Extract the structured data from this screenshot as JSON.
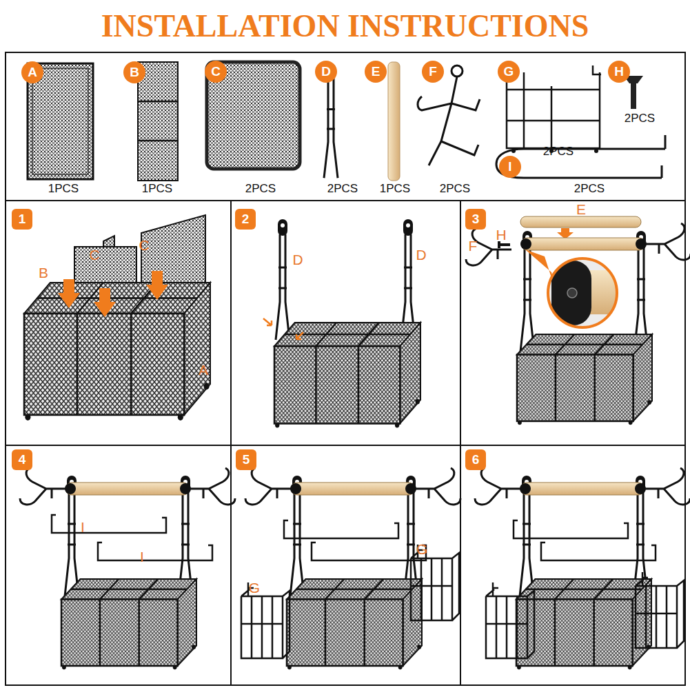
{
  "diagram": {
    "title": "INSTALLATION INSTRUCTIONS",
    "nodes": [
      {
        "text": [
          "1PCS",
          "1PCS",
          "2PCS",
          "2PCS",
          "1PCS",
          "2PCS",
          "2PCS",
          "2PCS",
          "2PCS"
        ]
      },
      {
        "text": [
          "A"
        ],
        "in": 0
      },
      {
        "text": [
          "B"
        ],
        "in": 0
      },
      {
        "text": [
          "C"
        ],
        "in": 0
      },
      {
        "text": [
          "D"
        ],
        "in": 0
      },
      {
        "text": [
          "E"
        ],
        "in": 0
      },
      {
        "text": [
          "F"
        ],
        "in": 0
      },
      {
        "text": [
          "G"
        ],
        "in": 0
      },
      {
        "text": [
          "H"
        ],
        "in": 0
      },
      {
        "text": [
          "I"
        ],
        "in": 0
      },
      {
        "text": [
          "B",
          "C",
          "C",
          "A"
        ]
      },
      {
        "text": [
          "1"
        ],
        "in": 10
      },
      {
        "text": [
          "D",
          "D"
        ]
      },
      {
        "text": [
          "2"
        ],
        "in": 12
      },
      {
        "text": [
          "E",
          "F",
          "H"
        ]
      },
      {
        "text": [
          "3"
        ],
        "in": 14
      },
      {
        "text": [
          "I",
          "I"
        ]
      },
      {
        "text": [
          "4"
        ],
        "in": 16
      },
      {
        "text": [
          "G",
          "G"
        ]
      },
      {
        "text": [
          "5"
        ],
        "in": 18
      },
      {
        "text": []
      },
      {
        "text": [
          "6"
        ],
        "in": 20
      }
    ]
  }
}
